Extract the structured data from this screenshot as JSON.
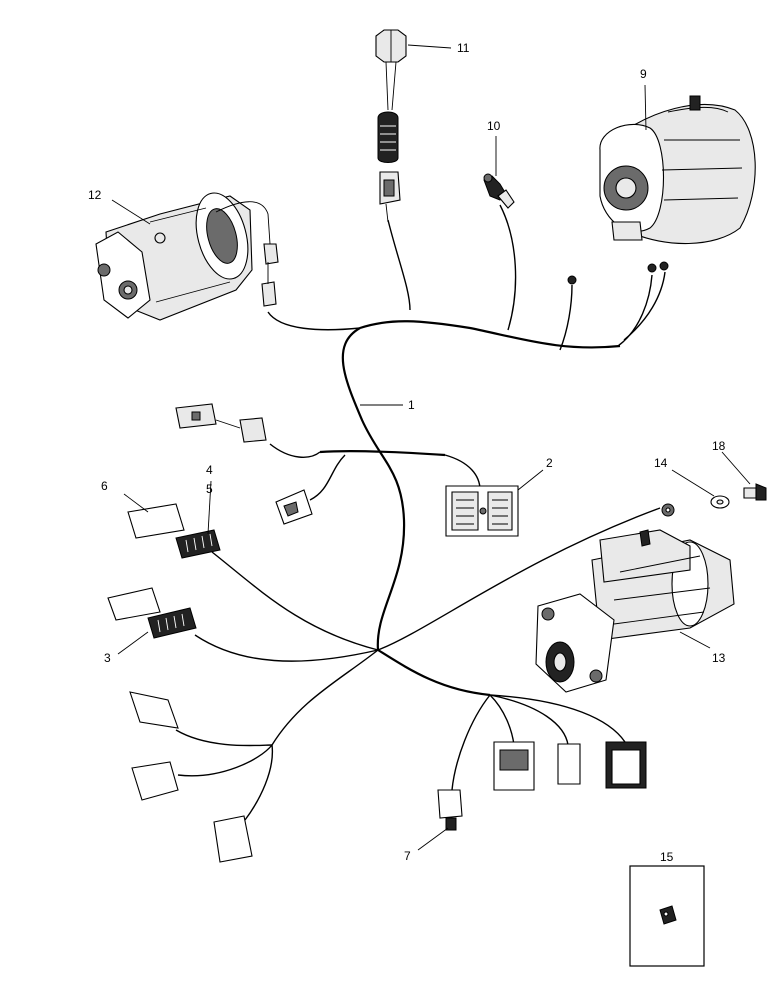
{
  "callouts": [
    {
      "id": "c1",
      "label": "1"
    },
    {
      "id": "c2",
      "label": "2"
    },
    {
      "id": "c3",
      "label": "3"
    },
    {
      "id": "c4",
      "label": "4"
    },
    {
      "id": "c5",
      "label": "5"
    },
    {
      "id": "c6",
      "label": "6"
    },
    {
      "id": "c7",
      "label": "7"
    },
    {
      "id": "c9",
      "label": "9"
    },
    {
      "id": "c10",
      "label": "10"
    },
    {
      "id": "c11",
      "label": "11"
    },
    {
      "id": "c12",
      "label": "12"
    },
    {
      "id": "c13",
      "label": "13"
    },
    {
      "id": "c14",
      "label": "14"
    },
    {
      "id": "c15",
      "label": "15"
    },
    {
      "id": "c18",
      "label": "18"
    }
  ]
}
